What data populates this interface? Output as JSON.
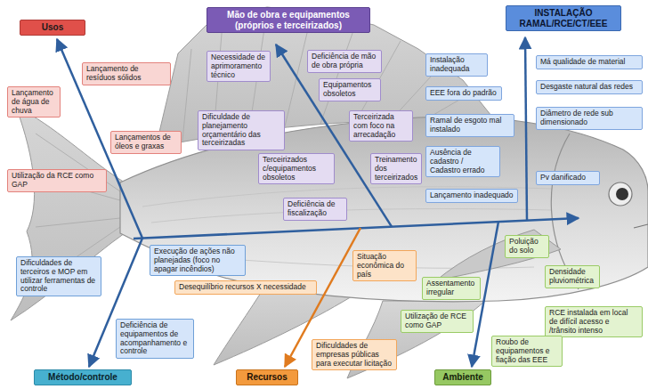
{
  "diagram": {
    "nodes": [
      {
        "text": [
          "Usos"
        ]
      },
      {
        "text": [
          "Lançamento de resíduos sólidos"
        ]
      },
      {
        "text": [
          "Lançamento de água de chuva"
        ]
      },
      {
        "text": [
          "Lançamentos de óleos e graxas"
        ]
      },
      {
        "text": [
          "Utilização da RCE como GAP"
        ]
      },
      {
        "text": [
          "Mão de obra e equipamentos (próprios e terceirizados)"
        ]
      },
      {
        "text": [
          "Necessidade de aprimoramento técnico"
        ]
      },
      {
        "text": [
          "Deficiência de mão de obra própria"
        ]
      },
      {
        "text": [
          "Equipamentos obsoletos"
        ]
      },
      {
        "text": [
          "Dificuldade de planejamento orçamentário das terceirizadas"
        ]
      },
      {
        "text": [
          "Terceirizada com foco na arrecadação"
        ]
      },
      {
        "text": [
          "Terceirizados c/equipamentos obsoletos"
        ]
      },
      {
        "text": [
          "Treinamento dos terceirizados"
        ]
      },
      {
        "text": [
          "Deficiência de fiscalização"
        ]
      },
      {
        "text": [
          "INSTALAÇÃO RAMAL/RCE/CT/EEE"
        ]
      },
      {
        "text": [
          "Instalação inadequada"
        ]
      },
      {
        "text": [
          "Má qualidade de material"
        ]
      },
      {
        "text": [
          "EEE fora do padrão"
        ]
      },
      {
        "text": [
          "Desgaste natural das redes"
        ]
      },
      {
        "text": [
          "Ramal de esgoto mal instalado"
        ]
      },
      {
        "text": [
          "Diâmetro de rede sub dimensionado"
        ]
      },
      {
        "text": [
          "Ausência de cadastro / Cadastro errado"
        ]
      },
      {
        "text": [
          "Pv danificado"
        ]
      },
      {
        "text": [
          "Lançamento inadequado"
        ]
      },
      {
        "text": [
          "Execução de ações não planejadas (foco no apagar incêndios)"
        ]
      },
      {
        "text": [
          "Dificuldades de terceiros e MOP em utilizar ferramentas de controle"
        ]
      },
      {
        "text": [
          "Deficiência de equipamentos de acompanhamento e controle"
        ]
      },
      {
        "text": [
          "Método/controle"
        ]
      },
      {
        "text": [
          "Situação econômica do país"
        ]
      },
      {
        "text": [
          "Desequilíbrio recursos X necessidade"
        ]
      },
      {
        "text": [
          "Dificuldades de empresas públicas para executar licitação"
        ]
      },
      {
        "text": [
          "Recursos"
        ]
      },
      {
        "text": [
          "Poluição do solo"
        ]
      },
      {
        "text": [
          "Densidade pluviométrica"
        ]
      },
      {
        "text": [
          "Assentamento irregular"
        ]
      },
      {
        "text": [
          "Utilização de RCE como GAP"
        ]
      },
      {
        "text": [
          "RCE instalada em local de difícil acesso e /trânsito intenso"
        ]
      },
      {
        "text": [
          "Roubo de equipamentos e fiação das EEE"
        ]
      },
      {
        "text": [
          "Ambiente"
        ]
      }
    ]
  }
}
